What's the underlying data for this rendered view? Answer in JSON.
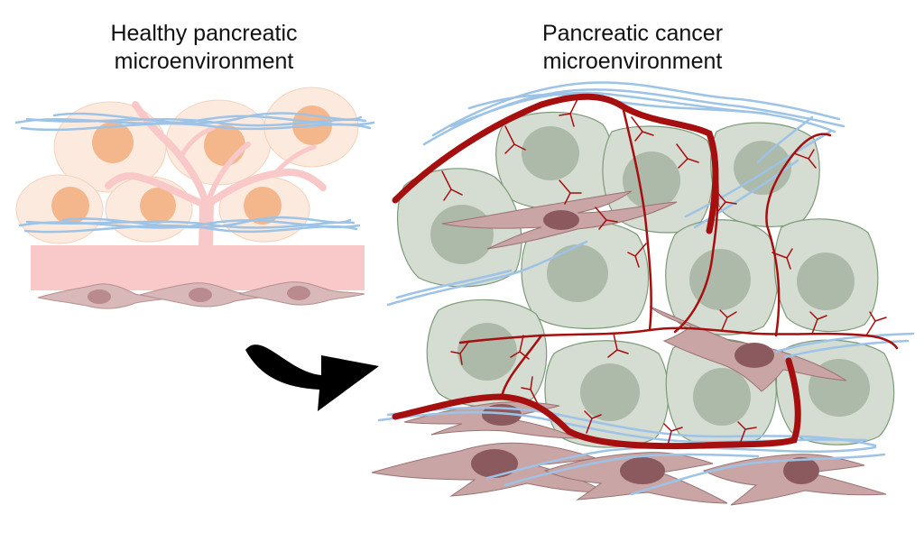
{
  "healthy": {
    "title_line1": "Healthy pancreatic",
    "title_line2": "microenvironment"
  },
  "cancer": {
    "title_line1": "Pancreatic cancer",
    "title_line2": "microenvironment"
  },
  "colors": {
    "acinar_cell": "#fde9dd",
    "acinar_nucleus": "#f4b183",
    "duct": "#f9c8c8",
    "collagen": "#9dc3e6",
    "tumor_cell": "#d5dcd2",
    "tumor_nucleus": "#adb9a9",
    "stellate_cell": "#c9a5a5",
    "stellate_nucleus": "#8b5a5f",
    "vessel": "#a50f0f",
    "arrow": "#000000"
  }
}
